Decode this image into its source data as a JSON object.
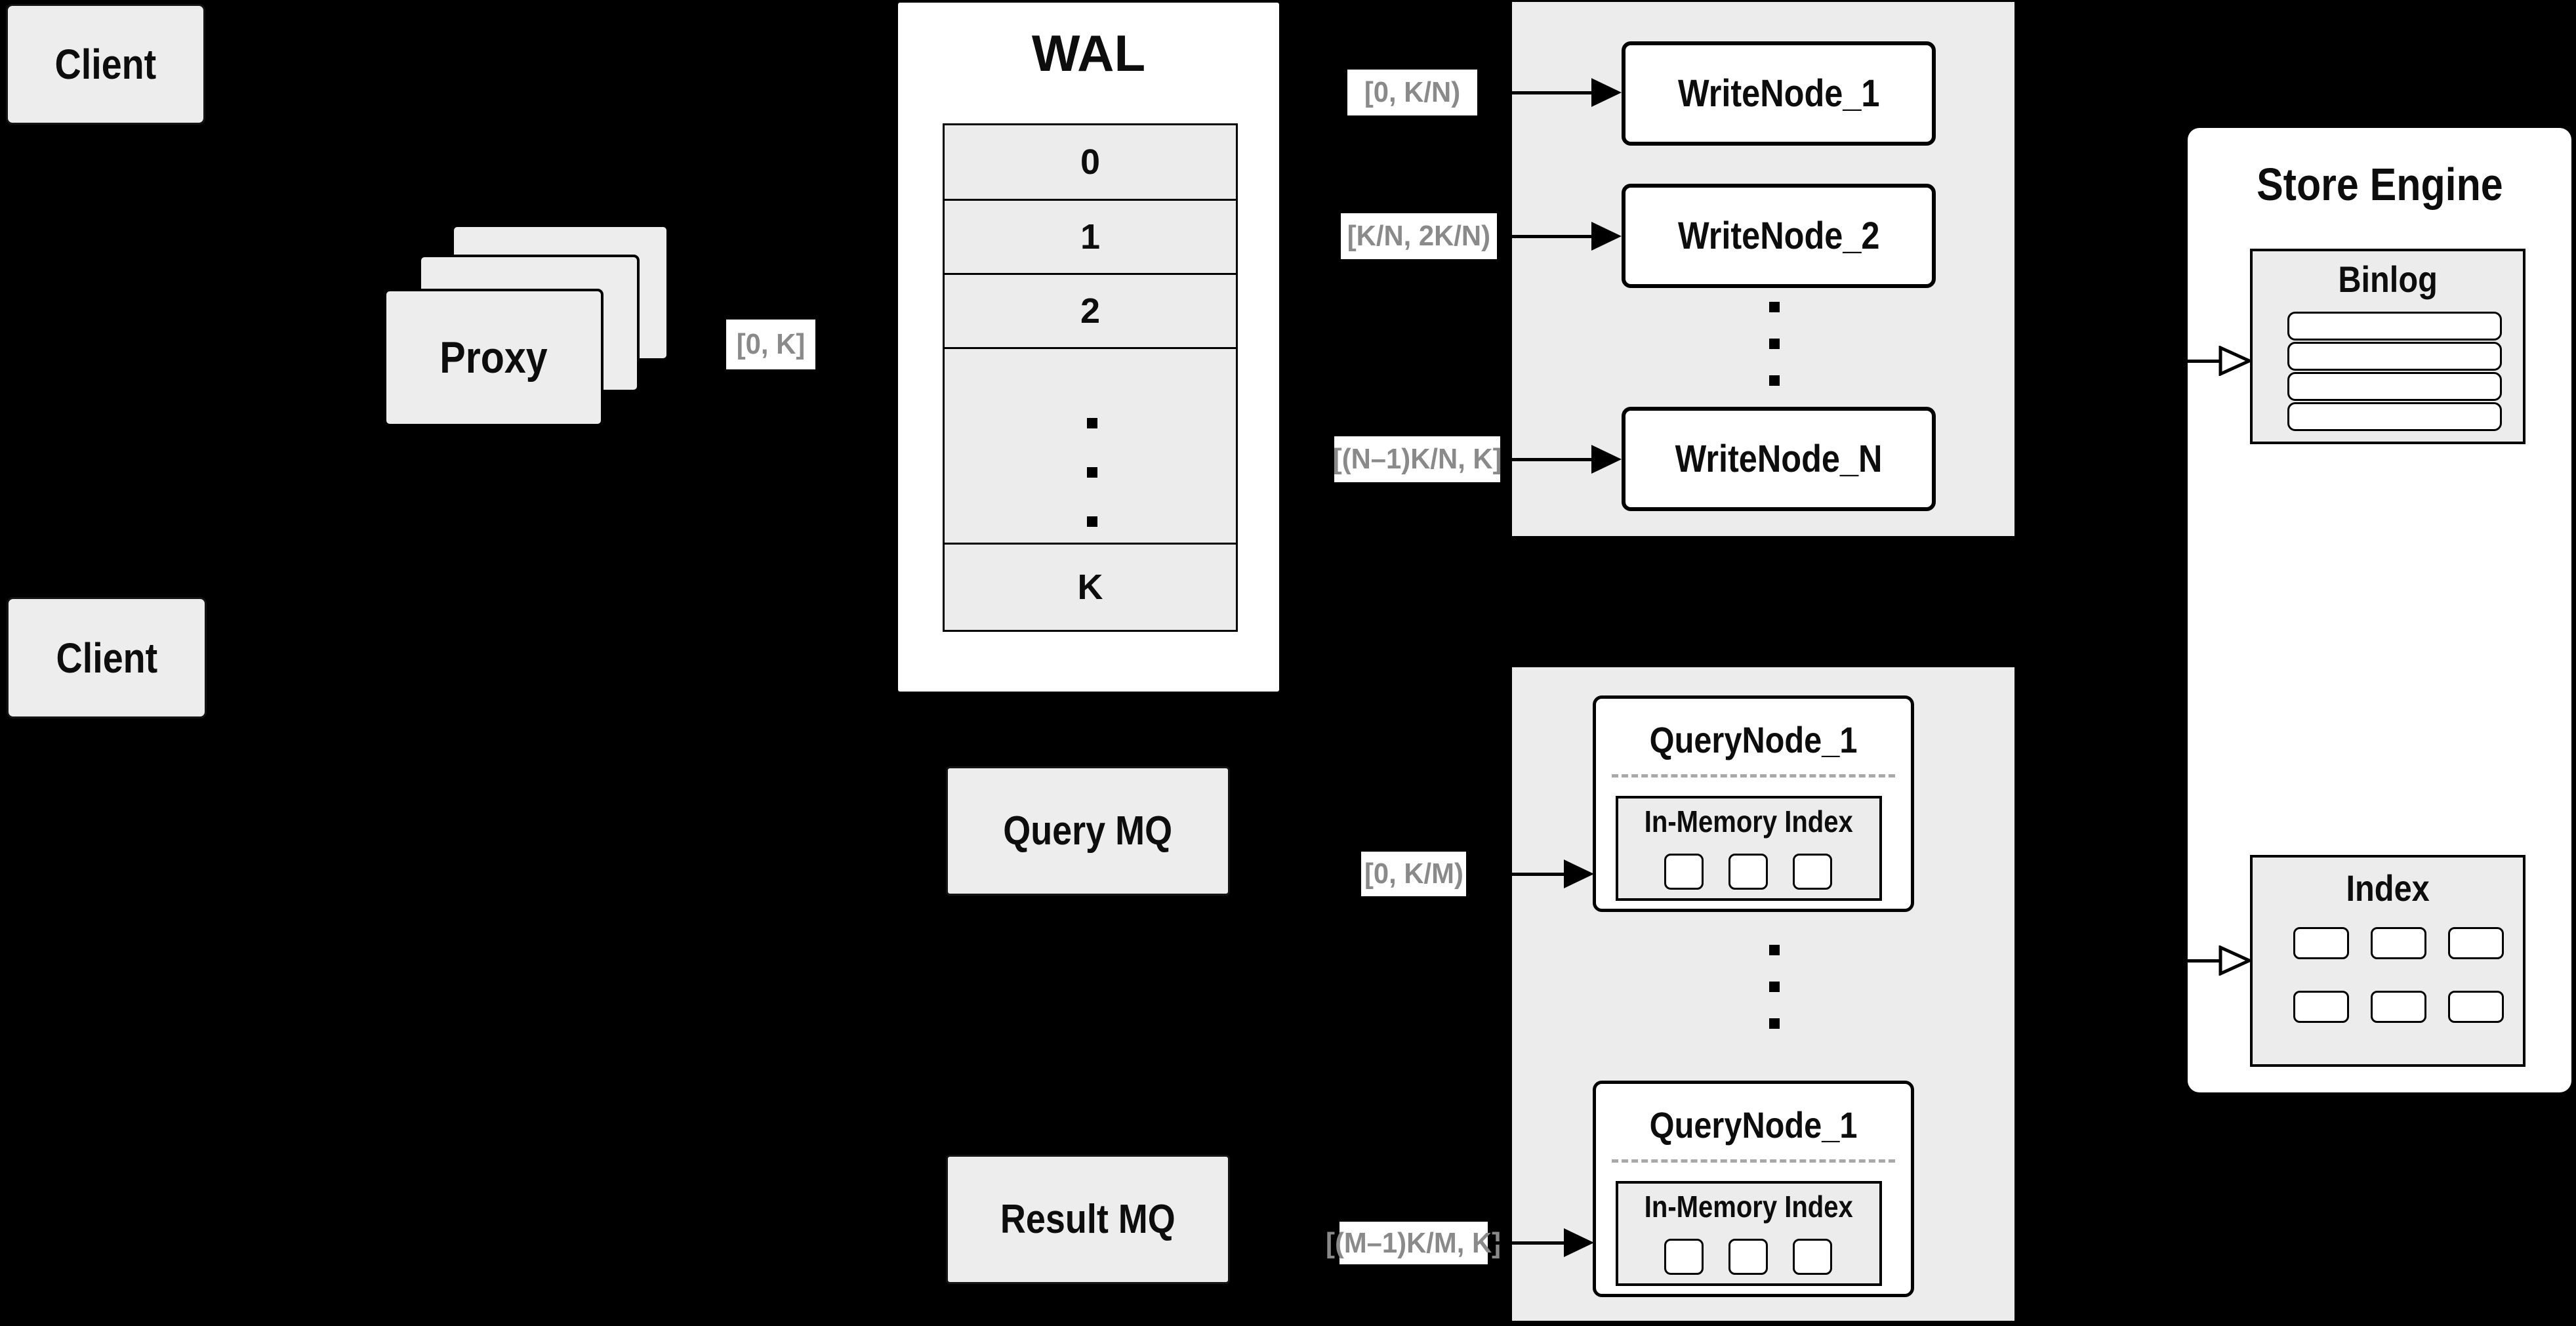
{
  "client": {
    "top": "Client",
    "bottom": "Client"
  },
  "proxy": {
    "label": "Proxy",
    "range": "[0, K]"
  },
  "wal": {
    "title": "WAL",
    "rows": [
      "0",
      "1",
      "2"
    ],
    "last": "K"
  },
  "write": {
    "panel_nodes": [
      "WriteNode_1",
      "WriteNode_2"
    ],
    "last": "WriteNode_N",
    "ranges": [
      "[0, K/N)",
      "[K/N, 2K/N)",
      "[(N–1)K/N, K]"
    ]
  },
  "mq": {
    "query": "Query MQ",
    "result": "Result MQ"
  },
  "query": {
    "titles": [
      "QueryNode_1",
      "QueryNode_1"
    ],
    "inner": "In-Memory Index",
    "ranges": [
      "[0, K/M)",
      "[(M–1)K/M, K]"
    ]
  },
  "store": {
    "title": "Store Engine",
    "binlog": "Binlog",
    "index": "Index"
  },
  "colors": {
    "background": "#000000",
    "panel": "#ececec",
    "box_fill": "#ffffff",
    "muted_text": "#8a8a8a",
    "text": "#0d0d0d"
  }
}
